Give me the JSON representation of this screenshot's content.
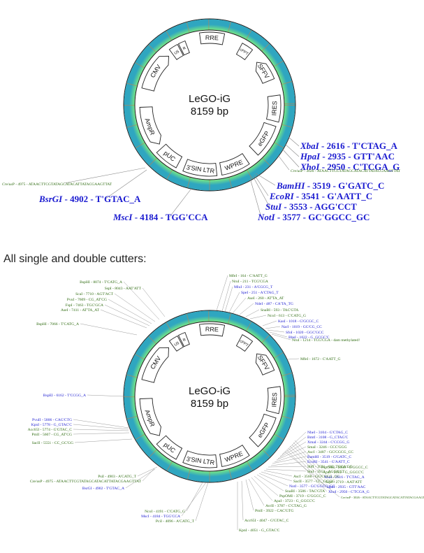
{
  "plasmid": {
    "name": "LeGO-iG",
    "size": "8159 bp"
  },
  "features": [
    {
      "label": "AmpR"
    },
    {
      "label": "CMV"
    },
    {
      "label": "RRE"
    },
    {
      "label": "SFFV"
    },
    {
      "label": "IRES"
    },
    {
      "label": "eGFP"
    },
    {
      "label": "WPRE"
    },
    {
      "label": "3'SIN LTR"
    },
    {
      "label": "pUC"
    },
    {
      "label": "U5"
    },
    {
      "label": "R"
    },
    {
      "label": "cPPT"
    }
  ],
  "top_cutters": [
    {
      "name": "XbaI",
      "detail": " - 2616 - T'CTAG_A"
    },
    {
      "name": "HpaI",
      "detail": " - 2935 - GTT'AAC"
    },
    {
      "name": "XhoI",
      "detail": " - 2950 - C'TCGA_G"
    },
    {
      "name": "BamHI",
      "detail": " - 3519 - G'GATC_C"
    },
    {
      "name": "EcoRI",
      "detail": " - 3541 - G'AATT_C"
    },
    {
      "name": "StuI",
      "detail": " - 3553 - AGG'CCT"
    },
    {
      "name": "NotI",
      "detail": " - 3577 - GC'GGCC_GC"
    },
    {
      "name": "BsrGI",
      "detail": " - 4902 - T'GTAC_A"
    },
    {
      "name": "MscI",
      "detail": " - 4184 - TGG'CCA"
    },
    {
      "name": "Cre/usP",
      "detail": " - 3026 - ATAACTTCGTATAGCATACATTATACGAAGTTAT"
    },
    {
      "name": "Cre/usP",
      "detail": " - 4975 - ATAACTTCGTATAGCATACATTATACGAAGTTAT"
    }
  ],
  "section_heading": "All single and double cutters:",
  "bottom_cutters": [
    {
      "text": "BspHI - 8074 - T'CATG_A"
    },
    {
      "text": "SspI - 8043 - AAT'ATT"
    },
    {
      "text": "ScaI - 7710 - AGT'ACT"
    },
    {
      "text": "PvuI - 7609 - CG_AT'CG"
    },
    {
      "text": "FspI - 7463 - TGC'GCA"
    },
    {
      "text": "AseI - 7411 - AT'TA_AT"
    },
    {
      "text": "BspHI - 7066 - T'CATG_A"
    },
    {
      "text": "MfeI - 164 - C'AATT_G"
    },
    {
      "text": "NruI - 211 - TCG'CGA"
    },
    {
      "text": "MluI - 231 - A'CGCG_T"
    },
    {
      "text": "SpeI - 251 - A'CTAG_T"
    },
    {
      "text": "AseI - 260 - AT'TA_AT"
    },
    {
      "text": "NdeI - 487 - CA'TA_TG"
    },
    {
      "text": "SnaBI - 593 - TAC'GTA"
    },
    {
      "text": "NcoI - 613 - C'CATG_G"
    },
    {
      "text": "KasI - 1018 - G'GCGC_C"
    },
    {
      "text": "NarI - 1019 - GG'CG_CC"
    },
    {
      "text": "SfoI - 1020 - GGC'GCC"
    },
    {
      "text": "BbeI - 1022 - G_GCGC'C"
    },
    {
      "text": "NruI - 1214 - TCG'CGA - dam methylated!"
    },
    {
      "text": "MfeI - 1672 - C'AATT_G"
    },
    {
      "text": "BspEI - 6162 - T'CCGG_A"
    },
    {
      "text": "PvuII - 5806 - CAG'CTG"
    },
    {
      "text": "KpnI - 5778 - G_GTAC'C"
    },
    {
      "text": "Acc65I - 5774 - G'GTAC_C"
    },
    {
      "text": "PmlI - 5607 - CG_AT'CG"
    },
    {
      "text": "SacII - 5551 - CC_GC'GG"
    },
    {
      "text": "PsiI - 4903 - A'CATG_T"
    },
    {
      "text": "Cre/usP - 4975 - ATAACTTCGTATAGCATACATTATACGAAGTTAT"
    },
    {
      "text": "BsrGI - 4902 - T'GTAC_A"
    },
    {
      "text": "PspOMI - 2608 - G'GGCC_C"
    },
    {
      "text": "ApaI - 2612 - G_GGCC'C"
    },
    {
      "text": "XbaI - 2616 - T'CTAG_A"
    },
    {
      "text": "SspI - 2719 - AAT'ATT"
    },
    {
      "text": "HpaI - 2935 - GTT'AAC"
    },
    {
      "text": "XhoI - 2950 - C'TCGA_G"
    },
    {
      "text": "Cre/usP - 3026 - ATAACTTCGTATAGCATACATTATACGAAGTTAT"
    },
    {
      "text": "NheI - 3104 - G'CTAG_C"
    },
    {
      "text": "BmtI - 3108 - G_CTAG'C"
    },
    {
      "text": "XmaI - 3244 - C'CCGG_G"
    },
    {
      "text": "SmaI - 3246 - CCC'GGG"
    },
    {
      "text": "AscI - 3487 - GG'CGCG_CC"
    },
    {
      "text": "BamHI - 3519 - G'GATC_C"
    },
    {
      "text": "EcoRI - 3541 - G'AATT_C"
    },
    {
      "text": "SbfI - 3551 - CC_TGCA'GG"
    },
    {
      "text": "StuI - 3553 - AGG'CCT"
    },
    {
      "text": "AscI - 3560 - GG'CGCG_CC"
    },
    {
      "text": "SacII - 3577 - CC_GC'GG"
    },
    {
      "text": "NotI - 3577 - GC'GGCC_GC"
    },
    {
      "text": "SnaBI - 3586 - TAC'GTA"
    },
    {
      "text": "PspOMI - 3719 - G'GGCC_C"
    },
    {
      "text": "ApaI - 3723 - G_GGCC'C"
    },
    {
      "text": "AvrII - 3787 - C'CTAG_G"
    },
    {
      "text": "PmlI - 3922 - CAC'GTG"
    },
    {
      "text": "Acc65I - 4047 - G'GTAC_C"
    },
    {
      "text": "KpnI - 4051 - G_GTAC'C"
    },
    {
      "text": "NcoI - 4191 - C'CATG_G"
    },
    {
      "text": "MscI - 4184 - TGG'CCA"
    },
    {
      "text": "PciI - 4096 - A'CATG_T"
    }
  ],
  "colors": {
    "blue_site": "#1a1ad0",
    "green_site": "#2e6b10",
    "ring_fill": "#5fd0a0",
    "ring_outline": "#1a1a1a"
  }
}
